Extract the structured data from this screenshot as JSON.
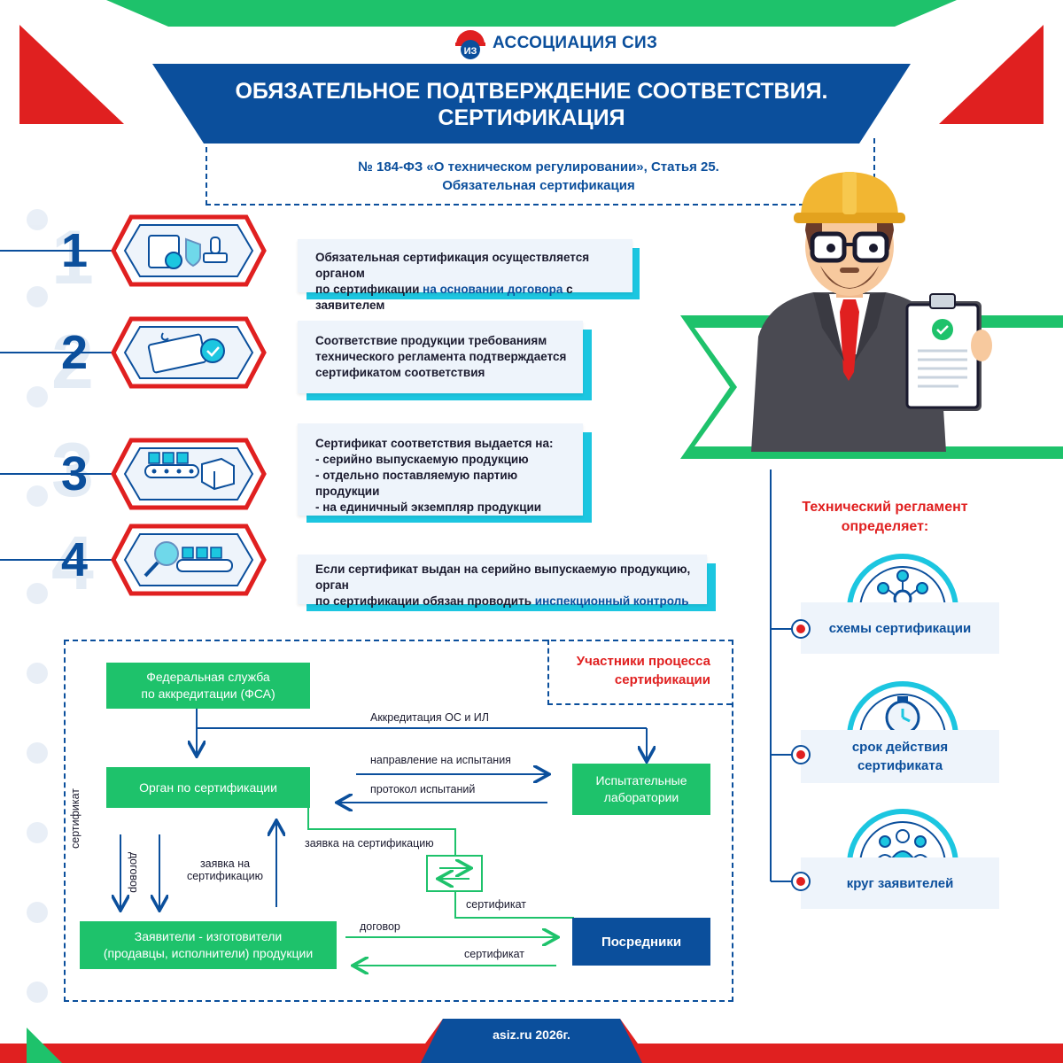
{
  "header": {
    "org_name": "АССОЦИАЦИЯ СИЗ",
    "title_line1": "ОБЯЗАТЕЛЬНОЕ ПОДТВЕРЖДЕНИЕ СООТВЕТСТВИЯ.",
    "title_line2": "СЕРТИФИКАЦИЯ",
    "law_line1": "№ 184-ФЗ «О техническом регулировании», Статья 25.",
    "law_line2": "Обязательная сертификация"
  },
  "steps": [
    {
      "num": "1",
      "line1": "Обязательная сертификация осуществляется органом",
      "line2_pre": "по сертификации ",
      "line2_hl": "на основании договора",
      "line2_post": " с заявителем"
    },
    {
      "num": "2",
      "line1": "Соответствие продукции требованиям",
      "line2": "технического регламента подтверждается",
      "line3": "сертификатом соответствия"
    },
    {
      "num": "3",
      "line1": "Сертификат соответствия выдается на:",
      "line2": "- серийно выпускаемую продукцию",
      "line3": "- отдельно поставляемую партию продукции",
      "line4": "- на единичный экземпляр продукции"
    },
    {
      "num": "4",
      "line1": "Если сертификат выдан на серийно выпускаемую продукцию, орган",
      "line2_pre": "по сертификации обязан проводить ",
      "line2_hl": "инспекционный контроль"
    }
  ],
  "regulation": {
    "title_line1": "Технический регламент",
    "title_line2": "определяет:",
    "items": [
      {
        "line1": "схемы сертификации",
        "line2": "",
        "icon": "scheme-icon"
      },
      {
        "line1": "срок действия",
        "line2": "сертификата",
        "icon": "stopwatch-icon"
      },
      {
        "line1": "круг заявителей",
        "line2": "",
        "icon": "people-icon"
      }
    ]
  },
  "diagram": {
    "participants_line1": "Участники процесса",
    "participants_line2": "сертификации",
    "fsa_line1": "Федеральная служба",
    "fsa_line2": "по аккредитации (ФСА)",
    "accreditation": "Аккредитация ОС и ИЛ",
    "body": "Орган по сертификации",
    "labs_line1": "Испытательные",
    "labs_line2": "лаборатории",
    "to_tests": "направление на испытания",
    "protocol": "протокол испытаний",
    "cert_v": "сертификат",
    "contract_v": "договор",
    "app_line1": "заявка на",
    "app_line2": "сертификацию",
    "app_mid": "заявка на сертификацию",
    "cert_mid": "сертификат",
    "applicants_line1": "Заявители - изготовители",
    "applicants_line2": "(продавцы, исполнители) продукции",
    "contract_h": "договор",
    "cert_h": "сертификат",
    "intermediaries": "Посредники"
  },
  "footer": {
    "text": "asiz.ru  2026г."
  },
  "colors": {
    "blue": "#0b4f9c",
    "red": "#e02020",
    "green": "#1ec26b",
    "cyan": "#1cc6e0"
  }
}
